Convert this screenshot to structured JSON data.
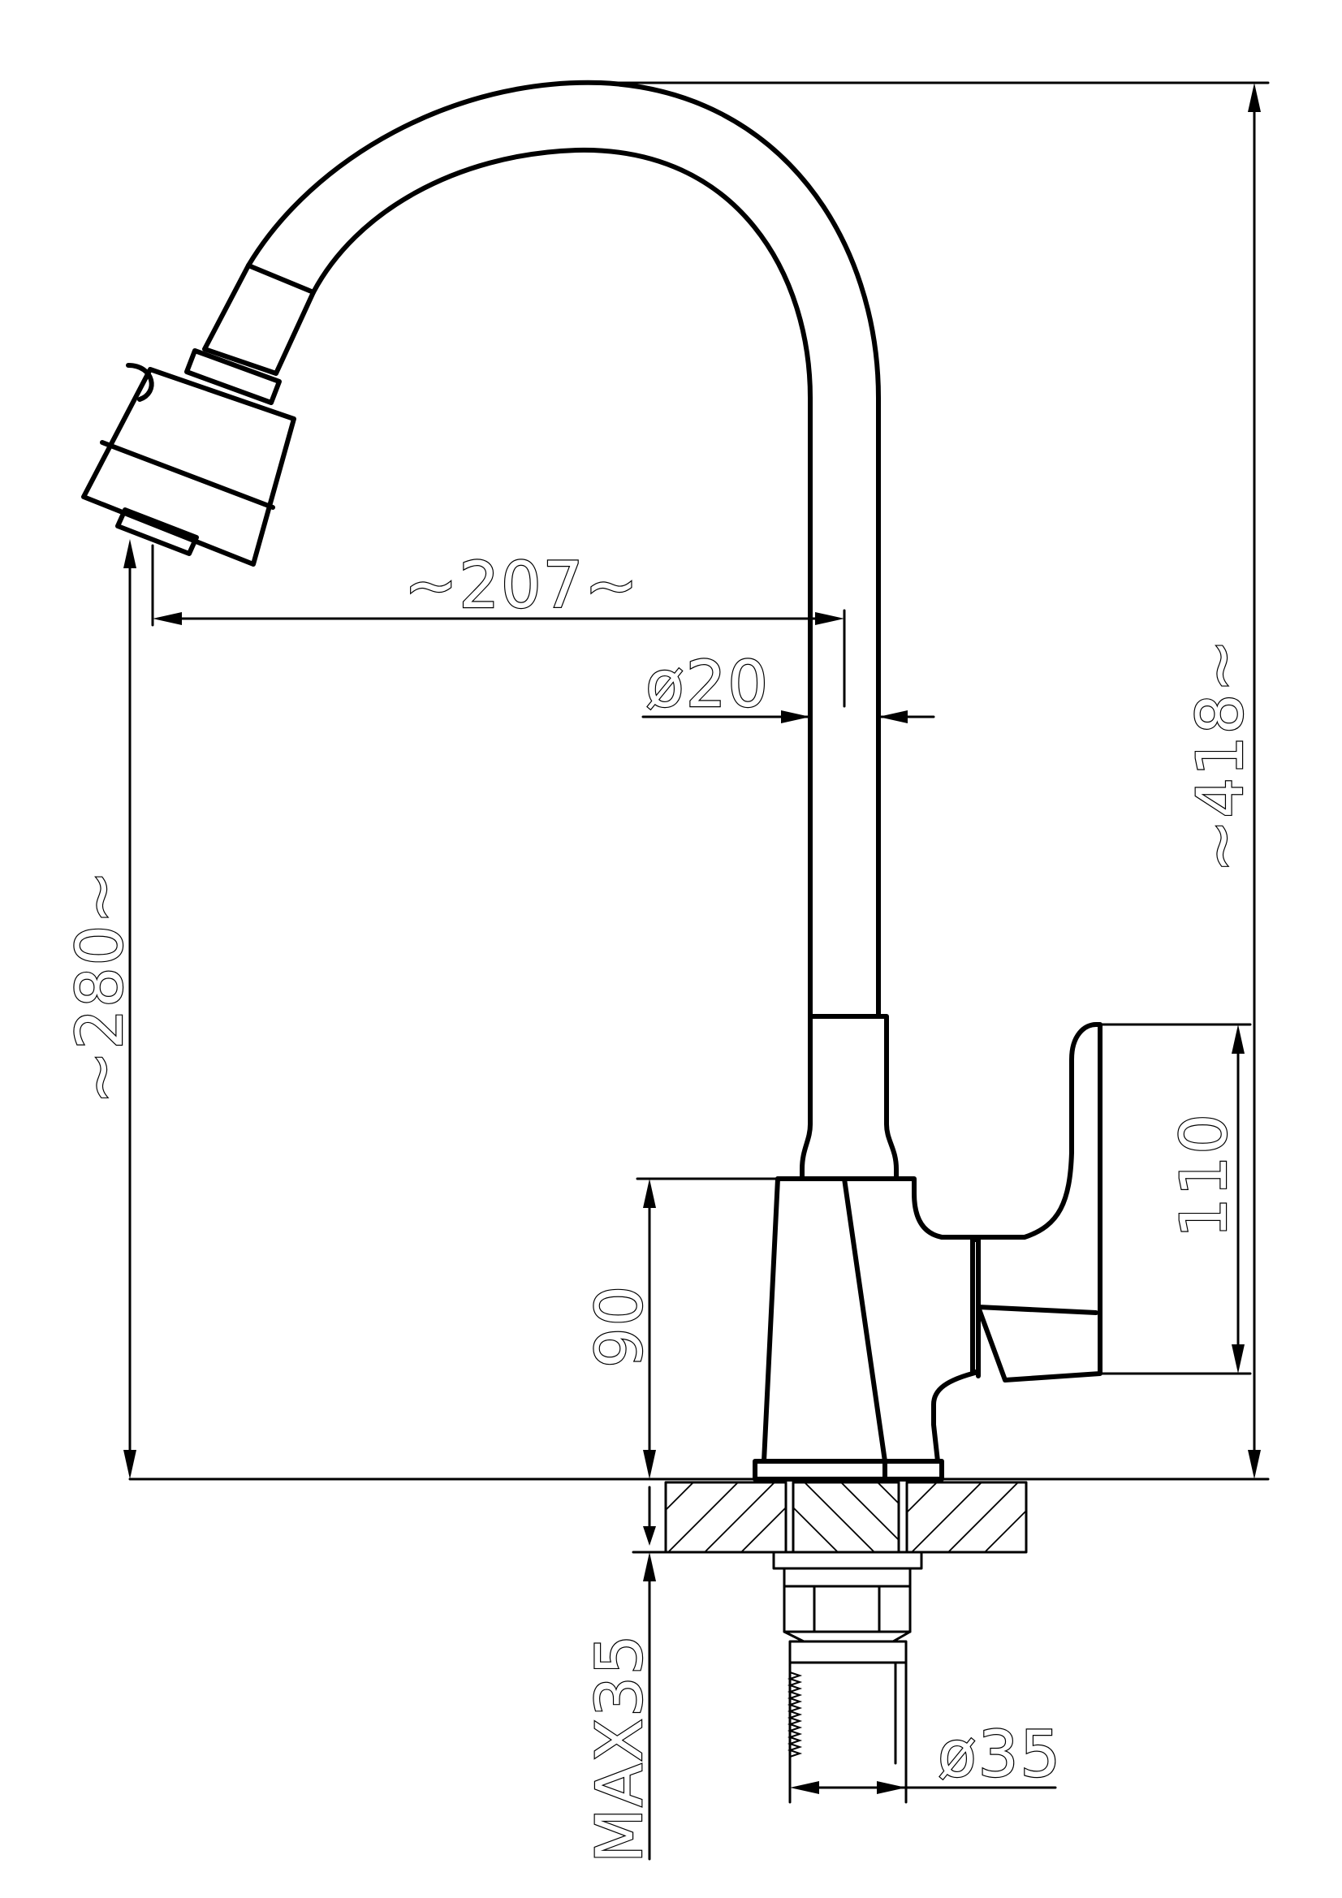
{
  "dimensions": {
    "reach": "~207~",
    "spout_diameter": "ø20",
    "total_height": "~418~",
    "spout_height": "~280~",
    "handle_height": "110",
    "body_height": "90",
    "max_countertop": "MAX35",
    "shank_diameter": "ø35"
  },
  "colors": {
    "line": "#000000",
    "background": "#ffffff"
  }
}
